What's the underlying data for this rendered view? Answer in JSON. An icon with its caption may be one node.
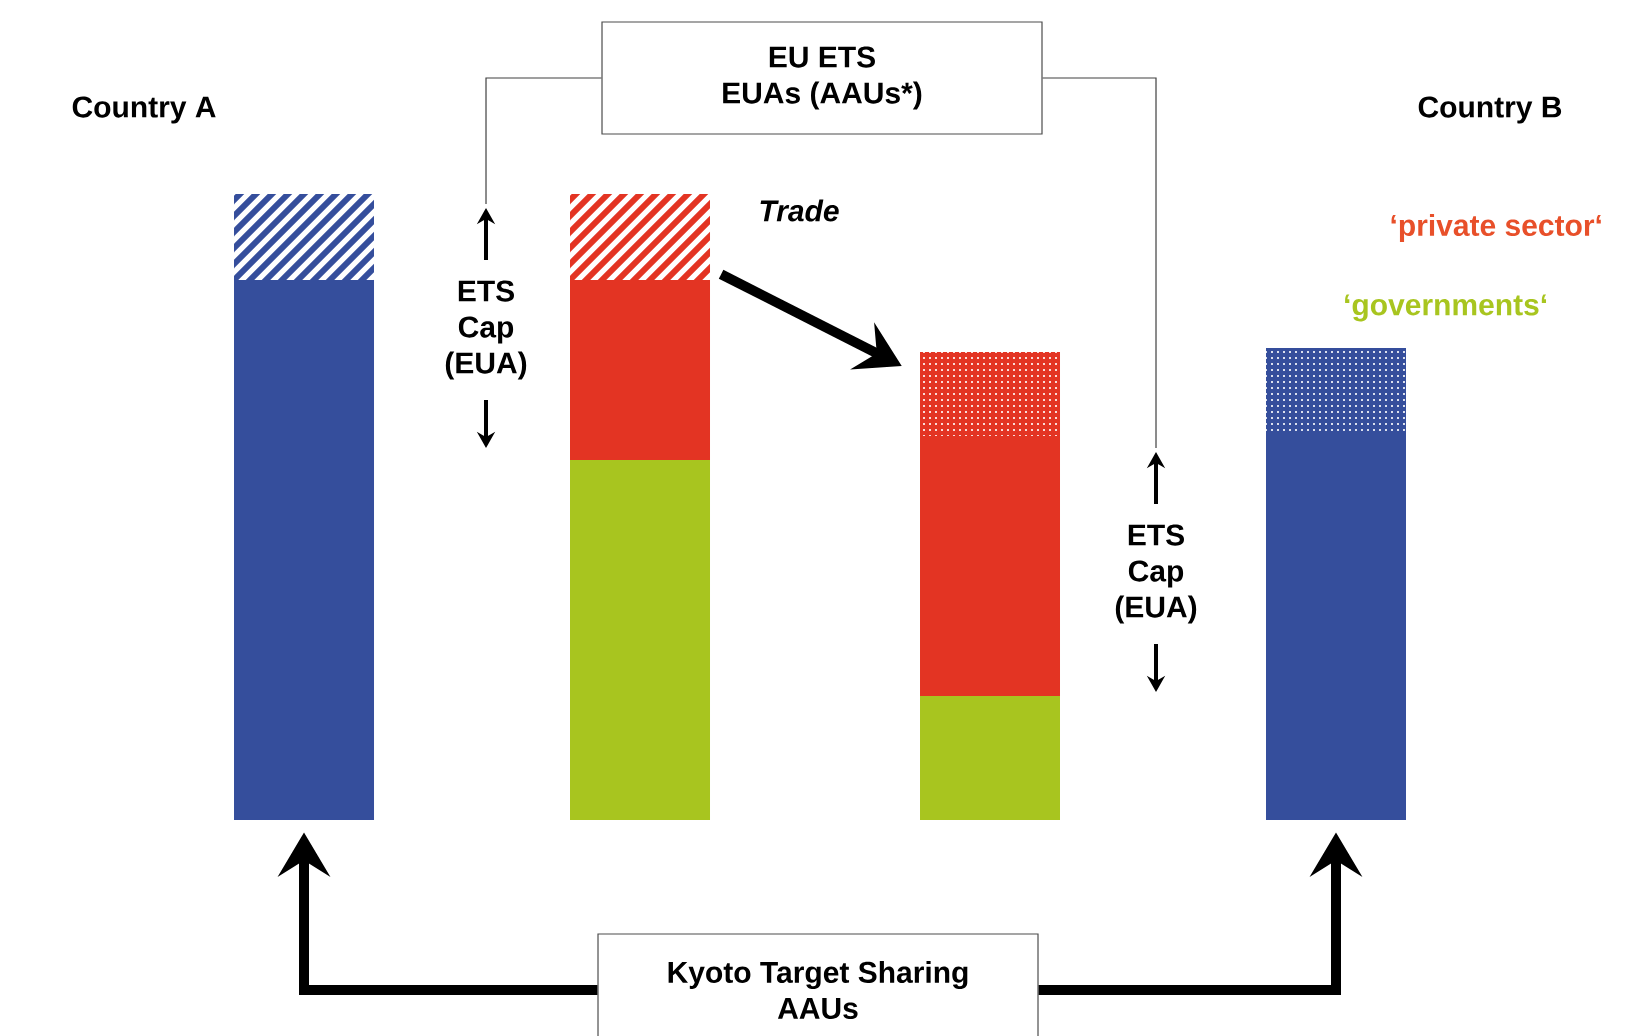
{
  "diagram": {
    "nodes": [
      {
        "text": [
          "EU ETS",
          "EUAs (AAUs*)"
        ]
      },
      {
        "text": [
          "ETS Cap (EUA)"
        ]
      },
      {
        "text": [
          "ETS Cap (EUA)"
        ]
      },
      {
        "text": [
          "Kyoto Target Sharing",
          "AAUs"
        ]
      },
      {
        "text": [],
        "shape": "bar"
      },
      {
        "text": [],
        "shape": "bar"
      },
      {
        "text": [],
        "shape": "bar"
      },
      {
        "text": [],
        "shape": "bar"
      }
    ],
    "edges": [
      {
        "from": 0,
        "to": 1,
        "arrow": "none"
      },
      {
        "from": 0,
        "to": 2,
        "arrow": "none"
      },
      {
        "from": 5,
        "to": 6,
        "arrow": "to",
        "label": "Trade"
      },
      {
        "from": 3,
        "to": 4,
        "arrow": "to"
      },
      {
        "from": 3,
        "to": 7,
        "arrow": "to"
      }
    ],
    "labels": [
      "Country A",
      "Country B"
    ],
    "legend": [
      {
        "text": "‘private sector‘",
        "color": "#e8502a"
      },
      {
        "text": "‘governments‘",
        "color": "#a8c51f"
      }
    ]
  }
}
